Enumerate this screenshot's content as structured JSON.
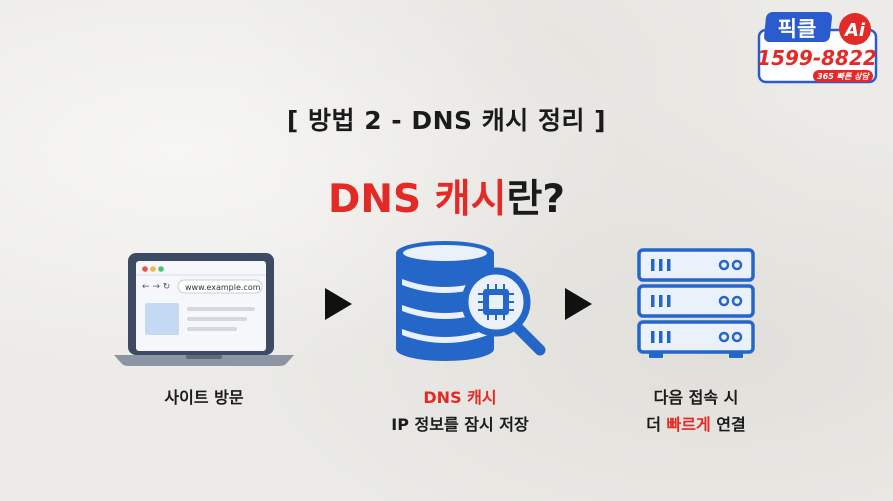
{
  "badge": {
    "brand": "픽클",
    "brand_ai": "Ai",
    "phone": "1599-8822",
    "tagline": "365 빠른 상담"
  },
  "subtitle": "[ 방법 2 - DNS 캐시 정리 ]",
  "title": {
    "part_red": "DNS 캐시",
    "part_dark": "란?"
  },
  "steps": [
    {
      "icon": "laptop-browser-icon",
      "url": "www.example.com",
      "caption": "사이트 방문"
    },
    {
      "icon": "database-search-icon",
      "caption_red": "DNS 캐시",
      "caption_line2": "IP 정보를 잠시 저장"
    },
    {
      "icon": "server-rack-icon",
      "caption_line1": "다음 접속 시",
      "caption_line2_a": "더 ",
      "caption_line2_red": "빠르게",
      "caption_line2_b": " 연결"
    }
  ],
  "colors": {
    "accent_red": "#e32a26",
    "brand_blue": "#2a5ccf",
    "icon_blue": "#2567c9",
    "icon_light": "#eaf1fb",
    "background": "#ecebe7"
  }
}
